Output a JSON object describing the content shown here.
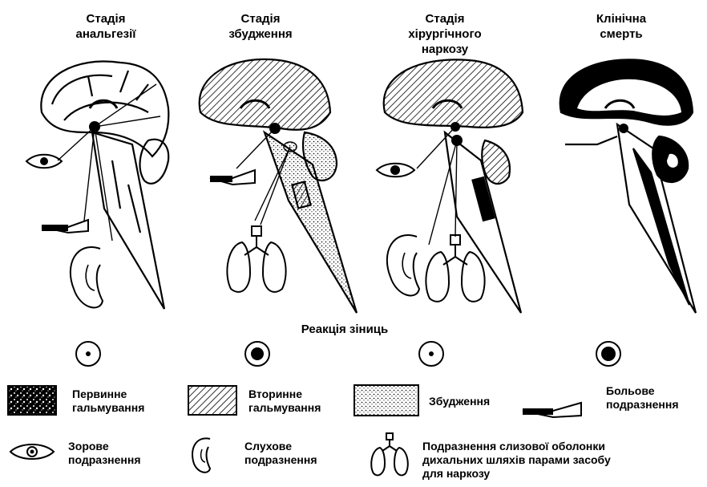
{
  "stages": [
    {
      "title_line1": "Стадія",
      "title_line2": "анальгезії",
      "title_line3": ""
    },
    {
      "title_line1": "Стадія",
      "title_line2": "збудження",
      "title_line3": ""
    },
    {
      "title_line1": "Стадія",
      "title_line2": "хірургічного",
      "title_line3": "наркозу"
    },
    {
      "title_line1": "Клінічна",
      "title_line2": "смерть",
      "title_line3": ""
    }
  ],
  "pupil_reaction": {
    "label": "Реакція зіниць"
  },
  "legend": {
    "primary_inhibition": {
      "line1": "Первинне",
      "line2": "гальмування"
    },
    "secondary_inhibition": {
      "line1": "Вторинне",
      "line2": "гальмування"
    },
    "excitation": {
      "line1": "Збудження"
    },
    "pain_irritation": {
      "line1": "Больове",
      "line2": "подразнення"
    },
    "visual_irritation": {
      "line1": "Зорове",
      "line2": "подразнення"
    },
    "auditory_irritation": {
      "line1": "Слухове",
      "line2": "подразнення"
    },
    "mucosa_irritation": {
      "line1": "Подразнення слизової оболонки",
      "line2": "дихальних шляхів парами засобу",
      "line3": "для наркозу"
    }
  },
  "colors": {
    "ink": "#000000",
    "paper": "#ffffff"
  }
}
